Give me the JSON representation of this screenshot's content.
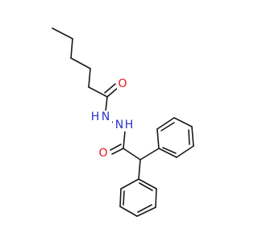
{
  "molecule": {
    "colors": {
      "bond": "#1a1a1a",
      "oxygen": "#e8141e",
      "nitrogen": "#2b31c9"
    },
    "labels": {
      "o_top": "O",
      "o_bottom": "O",
      "nh_left_n": "N",
      "nh_left_h": "H",
      "nh_right_n": "N",
      "nh_right_h": "H"
    }
  }
}
